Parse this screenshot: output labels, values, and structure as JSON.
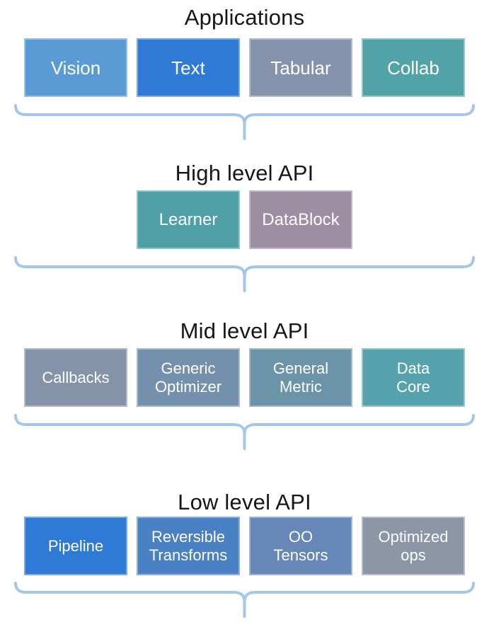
{
  "diagram": {
    "brace_color": "#A4C6EA",
    "text_color": "#FFFFFF",
    "title_color": "#161616",
    "sections": [
      {
        "title": "Applications",
        "boxes": [
          {
            "label": "Vision",
            "lines": [
              "Vision"
            ],
            "color": "#5B9BD5"
          },
          {
            "label": "Text",
            "lines": [
              "Text"
            ],
            "color": "#2E7AD6"
          },
          {
            "label": "Tabular",
            "lines": [
              "Tabular"
            ],
            "color": "#8593AC"
          },
          {
            "label": "Collab",
            "lines": [
              "Collab"
            ],
            "color": "#52A3A8"
          }
        ]
      },
      {
        "title": "High level API",
        "boxes": [
          {
            "label": "Learner",
            "lines": [
              "Learner"
            ],
            "color": "#4FA0A6"
          },
          {
            "label": "DataBlock",
            "lines": [
              "DataBlock"
            ],
            "color": "#9C8FA2"
          }
        ]
      },
      {
        "title": "Mid level API",
        "boxes": [
          {
            "label": "Callbacks",
            "lines": [
              "Callbacks"
            ],
            "color": "#8593A9"
          },
          {
            "label": "Generic Optimizer",
            "lines": [
              "Generic",
              "Optimizer"
            ],
            "color": "#7490AC"
          },
          {
            "label": "General Metric",
            "lines": [
              "General",
              "Metric"
            ],
            "color": "#6B94A8"
          },
          {
            "label": "Data Core",
            "lines": [
              "Data",
              "Core"
            ],
            "color": "#57A3AD"
          }
        ]
      },
      {
        "title": "Low level API",
        "boxes": [
          {
            "label": "Pipeline",
            "lines": [
              "Pipeline"
            ],
            "color": "#2E7AD6"
          },
          {
            "label": "Reversible Transforms",
            "lines": [
              "Reversible",
              "Transforms"
            ],
            "color": "#4A80C4"
          },
          {
            "label": "OO Tensors",
            "lines": [
              "OO",
              "Tensors"
            ],
            "color": "#6687B8"
          },
          {
            "label": "Optimized ops",
            "lines": [
              "Optimized",
              "ops"
            ],
            "color": "#8C96A6"
          }
        ]
      }
    ]
  }
}
